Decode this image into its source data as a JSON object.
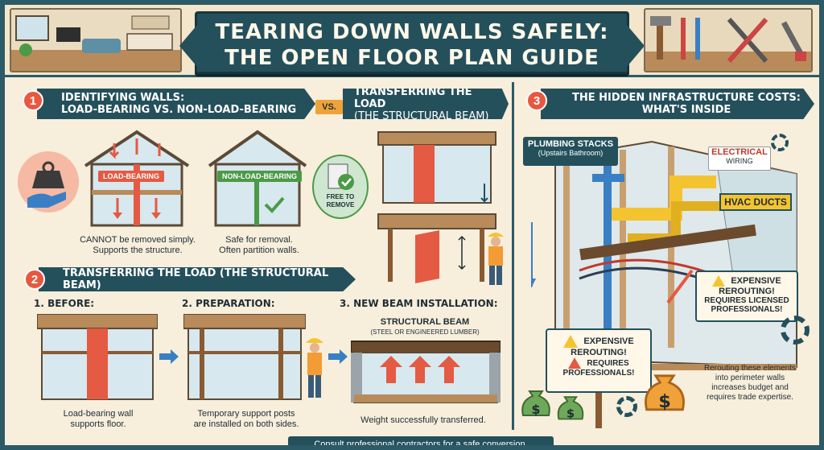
{
  "title": {
    "line1": "TEARING DOWN WALLS SAFELY:",
    "line2": "THE OPEN FLOOR PLAN GUIDE"
  },
  "section1": {
    "number": "1",
    "heading_line1": "IDENTIFYING WALLS:",
    "heading_line2": "LOAD-BEARING VS. NON-LOAD-BEARING",
    "load_label": "LOAD-BEARING",
    "non_load_label": "NON-LOAD-BEARING",
    "load_caption_1": "CANNOT be removed simply.",
    "load_caption_2": "Supports the structure.",
    "non_load_caption_1": "Safe for removal.",
    "non_load_caption_2": "Often partition walls.",
    "badge_1": "FREE TO",
    "badge_2": "REMOVE"
  },
  "vs": "VS.",
  "transfer_top": {
    "heading_line1": "TRANSFERRING THE LOAD",
    "heading_line2": "(THE STRUCTURAL BEAM)"
  },
  "section2": {
    "number": "2",
    "heading": "TRANSFERRING THE LOAD (THE STRUCTURAL BEAM)",
    "step1": "1. BEFORE:",
    "step2": "2. PREPARATION:",
    "step3": "3. NEW BEAM INSTALLATION:",
    "beam_label": "STRUCTURAL BEAM",
    "beam_sub": "(STEEL OR ENGINEERED LUMBER)",
    "cap1_1": "Load-bearing wall",
    "cap1_2": "supports floor.",
    "cap2_1": "Temporary support posts",
    "cap2_2": "are installed on both sides.",
    "cap3": "Weight successfully transferred."
  },
  "section3": {
    "number": "3",
    "heading_line1": "THE HIDDEN INFRASTRUCTURE COSTS:",
    "heading_line2": "WHAT'S INSIDE",
    "plumbing_1": "PLUMBING STACKS",
    "plumbing_2": "(Upstairs Bathroom)",
    "electrical_1": "ELECTRICAL",
    "electrical_2": "WIRING",
    "hvac": "HVAC DUCTS",
    "warn_a_1": "EXPENSIVE",
    "warn_a_2": "REROUTING!",
    "warn_a_3": "REQUIRES LICENSED",
    "warn_a_4": "PROFESSIONALS!",
    "sign_1": "EXPENSIVE",
    "sign_2": "REROUTING!",
    "sign_3": "REQUIRES",
    "sign_4": "PROFESSIONALS!",
    "note_1": "Rerouting these elements",
    "note_2": "into perimeter walls",
    "note_3": "increases budget and",
    "note_4": "requires trade expertise."
  },
  "footer": "Consult professional contractors for a safe conversion.",
  "colors": {
    "teal": "#24505c",
    "red": "#e45a43",
    "green": "#4c9a47",
    "yellow": "#f4c430",
    "blue": "#3a7fc4",
    "cream": "#f7eedb"
  }
}
